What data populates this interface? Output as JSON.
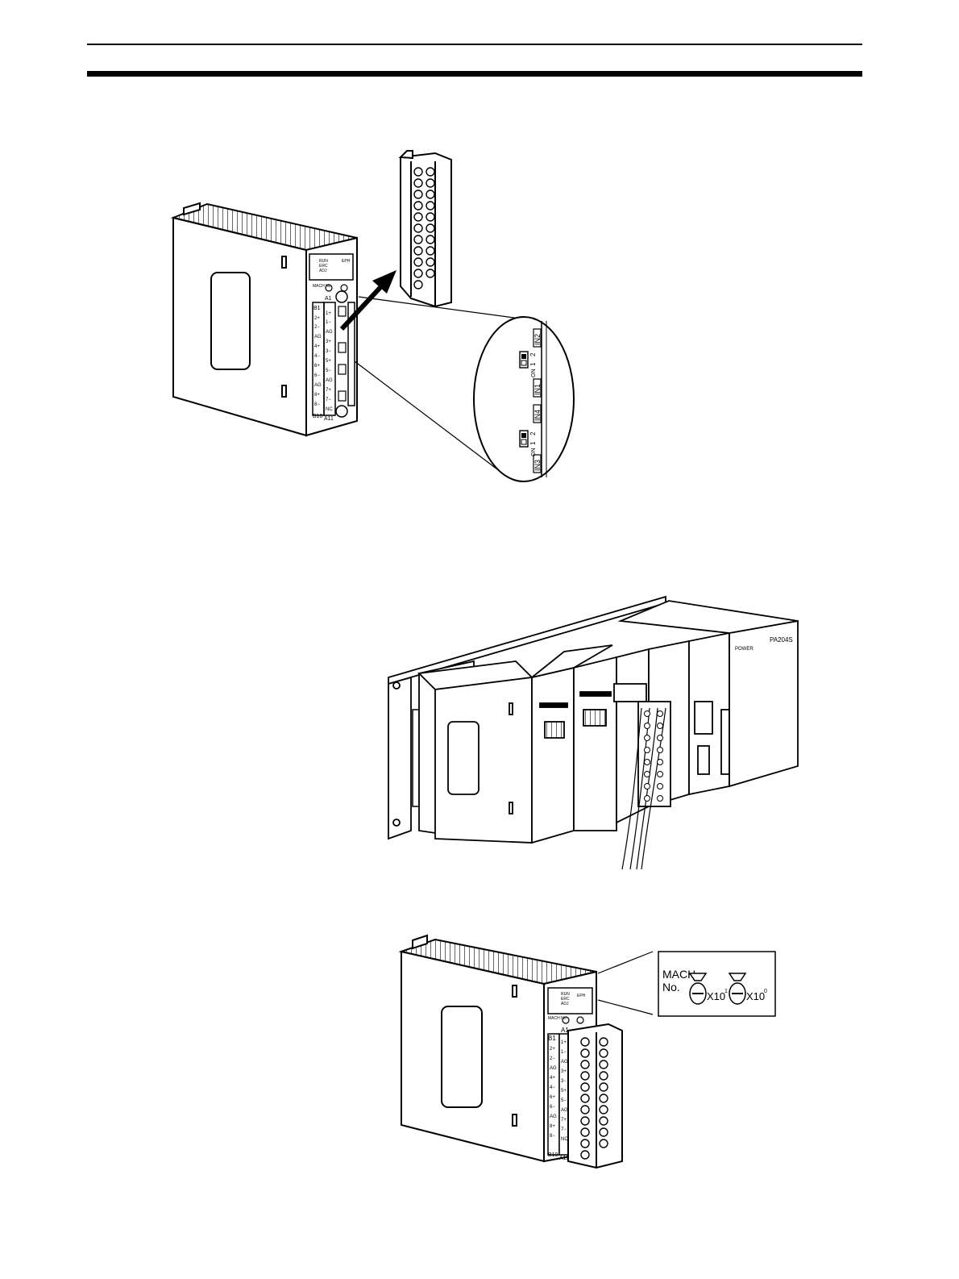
{
  "figure1": {
    "module_top_labels": [
      "RUN",
      "ERC",
      "ADJ"
    ],
    "module_model": "EPH",
    "mach_label": "MACH No.",
    "terminal_a_top": "A1",
    "terminal_b_top": "B1",
    "terminal_a_bottom": "A11",
    "terminal_b_bottom": "B10",
    "left_column": [
      "2+",
      "2−",
      "AG",
      "4+",
      "4−",
      "6+",
      "6−",
      "AG",
      "8+",
      "8−"
    ],
    "right_column": [
      "1+",
      "1−",
      "AG",
      "3+",
      "3−",
      "5+",
      "5−",
      "AG",
      "7+",
      "7−",
      "NC"
    ],
    "zoom": {
      "in2": "IN2",
      "in1": "IN1",
      "in4": "IN4",
      "in3": "IN3",
      "sw_on": "ON",
      "sw_1": "1",
      "sw_2": "2"
    }
  },
  "figure2": {
    "power_label": "POWER",
    "psu_model": "PA204S"
  },
  "figure3": {
    "callout_mach": "MACH",
    "callout_no": "No.",
    "x10_1": "X10",
    "x10_1_exp": "1",
    "x10_0": "X10",
    "x10_0_exp": "0"
  },
  "colors": {
    "ink": "#000000",
    "paper": "#ffffff"
  }
}
